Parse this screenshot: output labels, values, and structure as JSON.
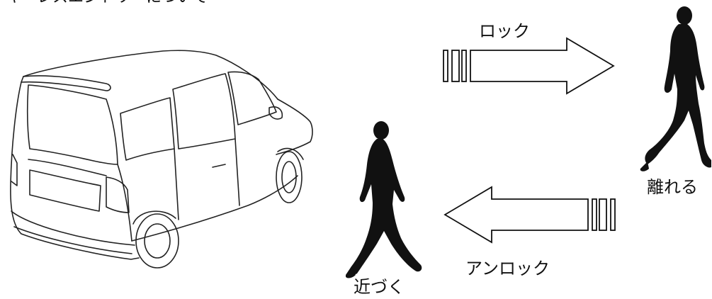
{
  "caption": "キーレスエントリーについて",
  "labels": {
    "lock": "ロック",
    "walk_away": "離れる",
    "unlock": "アンロック",
    "approach": "近づく"
  },
  "colors": {
    "silhouette": "#111111",
    "outline": "#222222",
    "background": "#ffffff"
  },
  "icons": {
    "car": "van-outline",
    "person_leaving": "walking-person-silhouette",
    "person_approaching": "walking-person-silhouette",
    "lock_arrow": "signal-arrow-right",
    "unlock_arrow": "signal-arrow-left"
  }
}
